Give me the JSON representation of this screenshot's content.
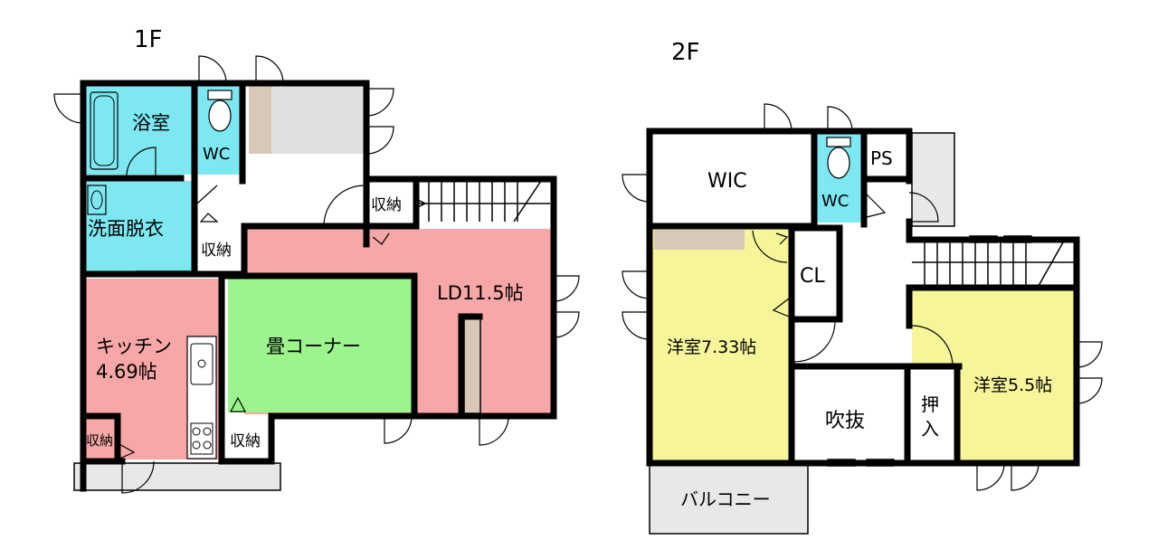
{
  "floors": {
    "f1": {
      "label": "1F"
    },
    "f2": {
      "label": "2F"
    }
  },
  "rooms_1f": {
    "bath": "浴室",
    "wc": "WC",
    "washroom": "洗面脱衣",
    "storage_a": "収納",
    "storage_b": "収納",
    "storage_c": "収納",
    "storage_d": "収納",
    "kitchen_line1": "キッチン",
    "kitchen_line2": "4.69帖",
    "tatami": "畳コーナー",
    "ld": "LD11.5帖"
  },
  "rooms_2f": {
    "wic": "WIC",
    "wc": "WC",
    "ps": "PS",
    "cl": "CL",
    "western_a": "洋室7.33帖",
    "western_b": "洋室5.5帖",
    "void": "吹抜",
    "closet_line1": "押",
    "closet_line2": "入",
    "balcony": "バルコニー"
  },
  "colors": {
    "bath_blue": "#7ee8f2",
    "kitchen_pink": "#f7a7a7",
    "tatami_green": "#9cf58c",
    "bedroom_yellow": "#f6f59a",
    "balcony_gray": "#e8e8e8",
    "entrance_gray": "#e0e0e0",
    "wood_tan": "#d8c8b8"
  }
}
